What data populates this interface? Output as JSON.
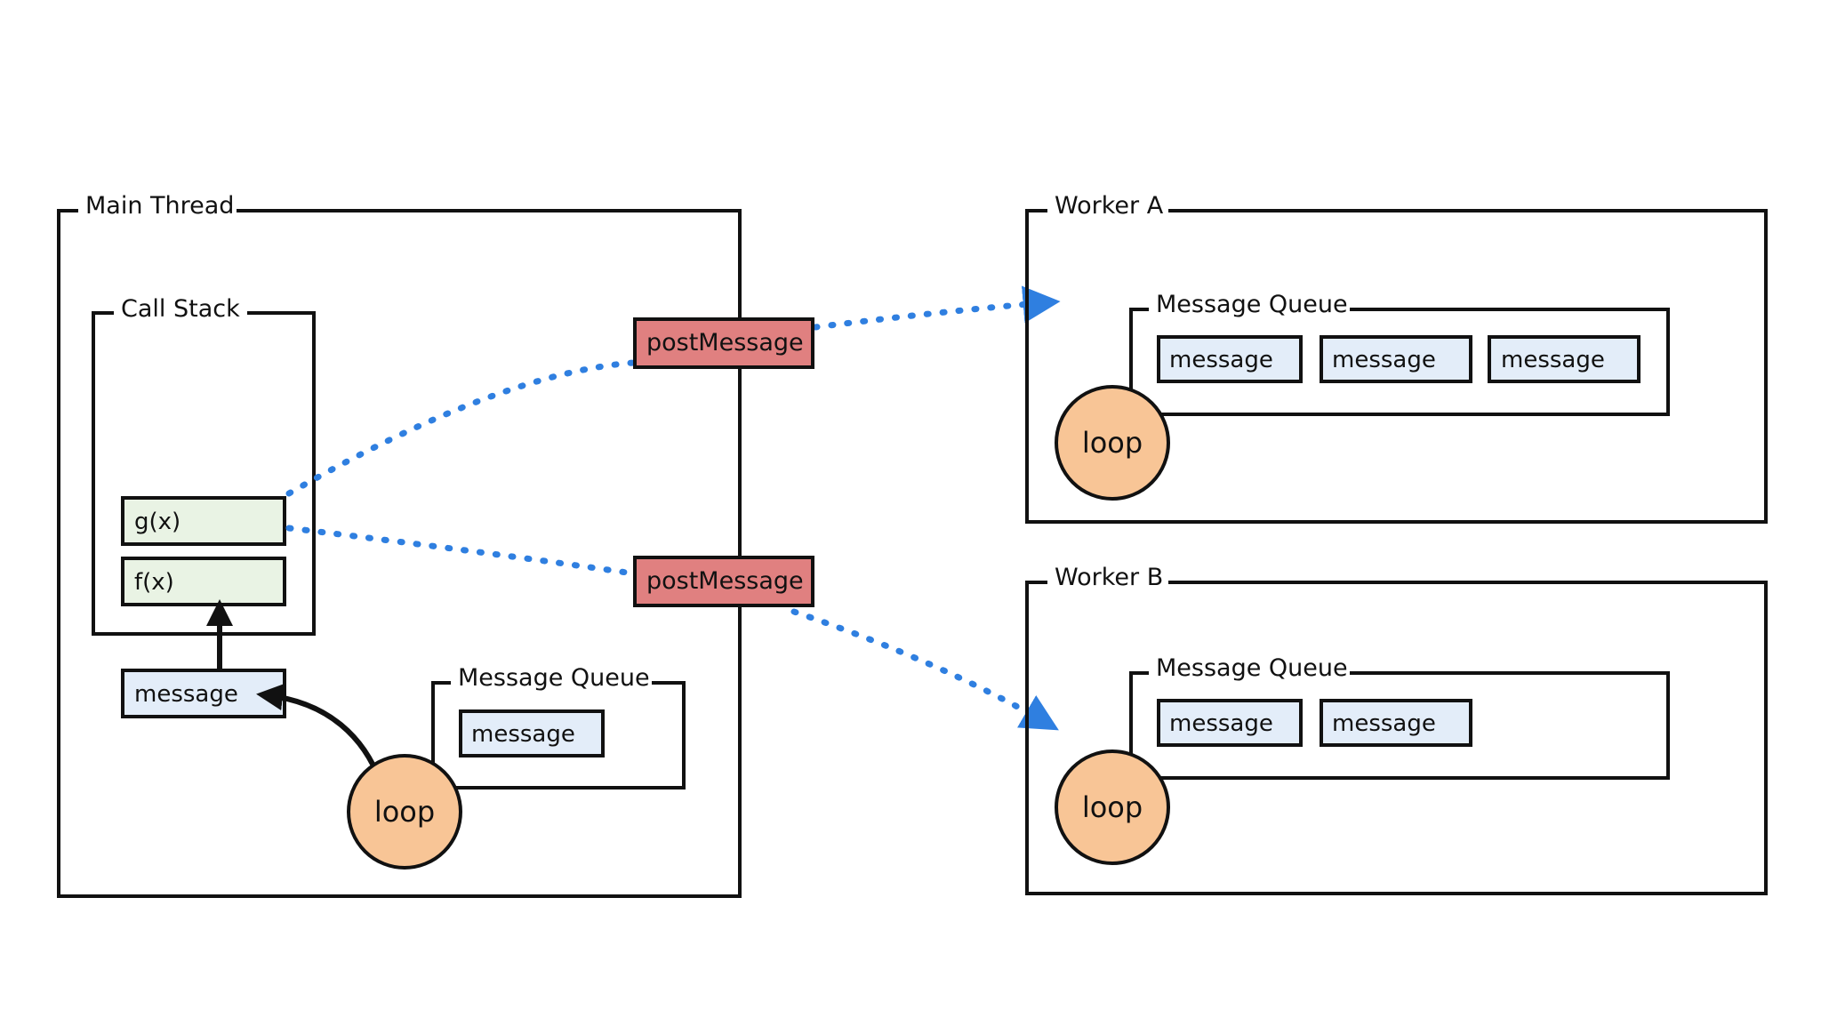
{
  "colors": {
    "stroke": "#111111",
    "stack_frame_fill": "#e9f3e4",
    "message_fill": "#e3edf9",
    "post_message_fill": "#e08080",
    "loop_fill": "#f8c596",
    "arrow_blue": "#2f7fe0"
  },
  "main_thread": {
    "title": "Main Thread",
    "call_stack": {
      "title": "Call Stack",
      "frames": [
        "g(x)",
        "f(x)"
      ]
    },
    "current_message": "message",
    "message_queue": {
      "title": "Message Queue",
      "messages": [
        "message"
      ]
    },
    "loop_label": "loop"
  },
  "post_messages": [
    "postMessage",
    "postMessage"
  ],
  "worker_a": {
    "title": "Worker A",
    "message_queue": {
      "title": "Message Queue",
      "messages": [
        "message",
        "message",
        "message"
      ]
    },
    "loop_label": "loop"
  },
  "worker_b": {
    "title": "Worker B",
    "message_queue": {
      "title": "Message Queue",
      "messages": [
        "message",
        "message"
      ]
    },
    "loop_label": "loop"
  }
}
